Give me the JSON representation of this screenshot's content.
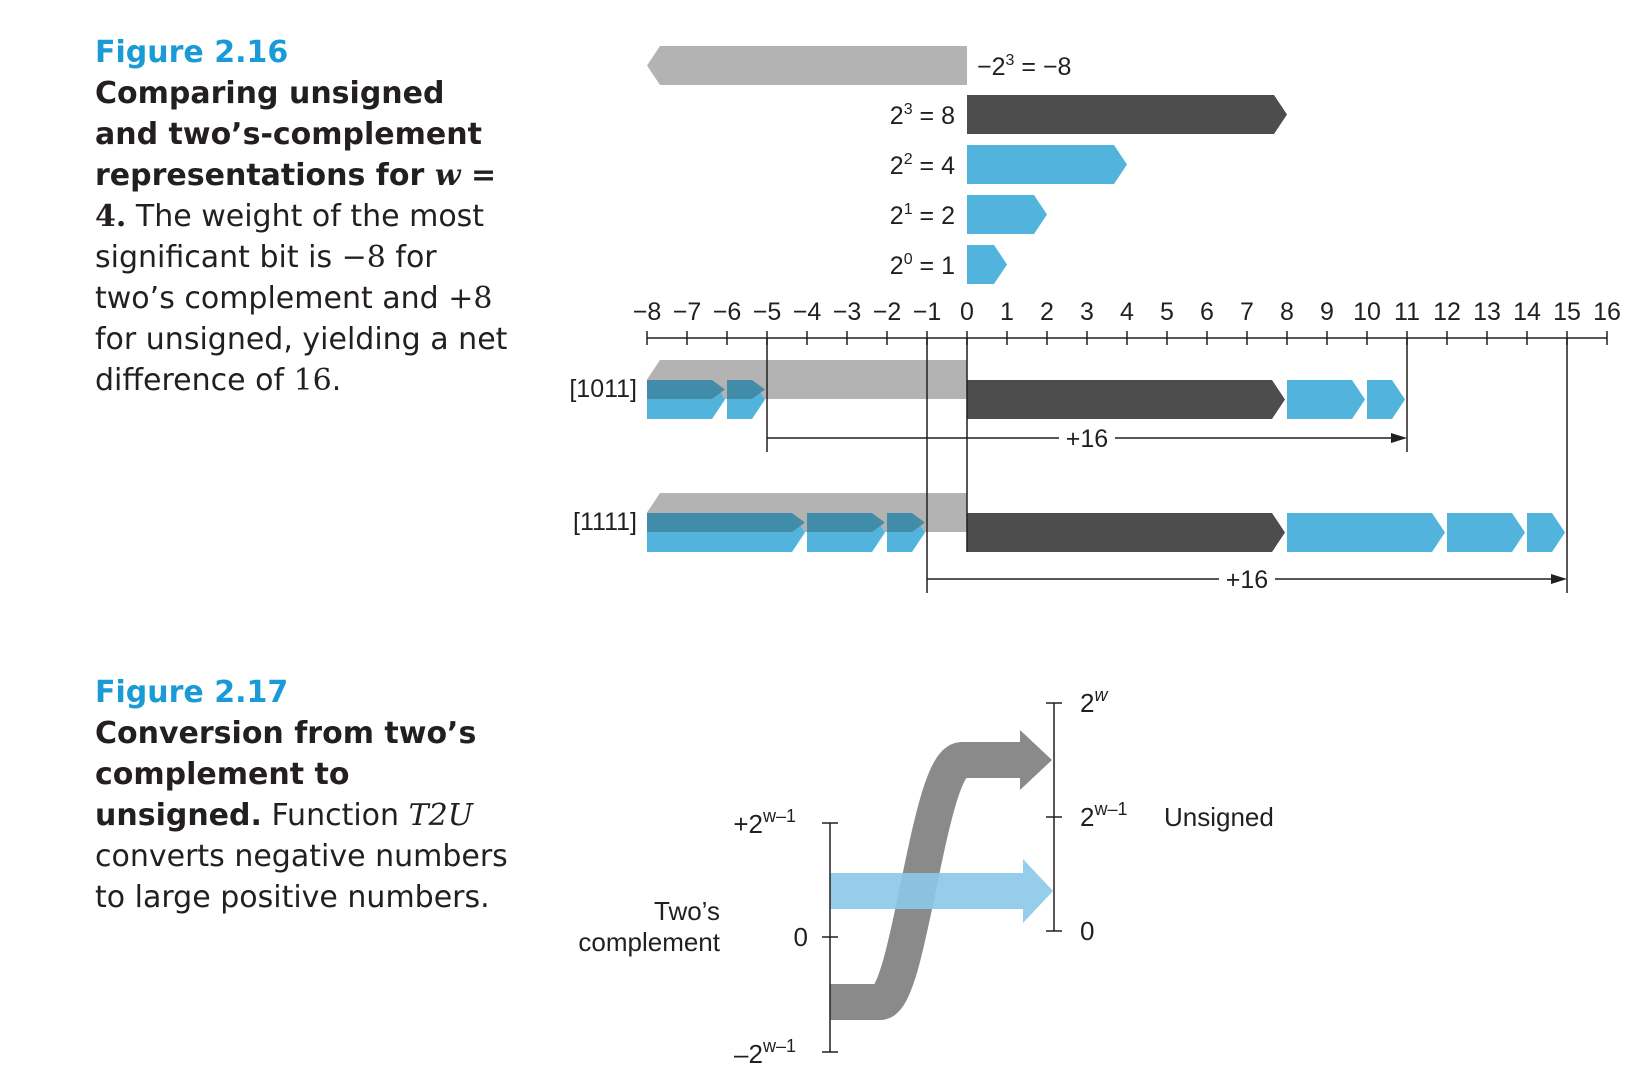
{
  "figure_2_16": {
    "label": "Figure 2.16",
    "title": "Comparing unsigned and two’s-complement representations for",
    "title_var": "w",
    "title_eq": " = 4.",
    "body_1": " The weight of the most significant bit is ",
    "body_neg8": "−8",
    "body_2": " for two’s complement and ",
    "body_pos8": "+8",
    "body_3": " for unsigned, yielding a net difference of ",
    "body_16": "16",
    "body_4": ".",
    "weights": [
      {
        "base": "−2",
        "exp": "3",
        "rest": " = −8",
        "value": -8
      },
      {
        "base": "2",
        "exp": "3",
        "rest": " = 8",
        "value": 8
      },
      {
        "base": "2",
        "exp": "2",
        "rest": " = 4",
        "value": 4
      },
      {
        "base": "2",
        "exp": "1",
        "rest": " = 2",
        "value": 2
      },
      {
        "base": "2",
        "exp": "0",
        "rest": " = 1",
        "value": 1
      }
    ],
    "axis_ticks": [
      "−8",
      "−7",
      "−6",
      "−5",
      "−4",
      "−3",
      "−2",
      "−1",
      "0",
      "1",
      "2",
      "3",
      "4",
      "5",
      "6",
      "7",
      "8",
      "9",
      "10",
      "11",
      "12",
      "13",
      "14",
      "15",
      "16"
    ],
    "rows": [
      {
        "label": "[1011]",
        "bits": [
          1,
          0,
          1,
          1
        ],
        "twos": -5,
        "unsigned": 11,
        "diff_label": "+16"
      },
      {
        "label": "[1111]",
        "bits": [
          1,
          1,
          1,
          1
        ],
        "twos": -1,
        "unsigned": 15,
        "diff_label": "+16"
      }
    ],
    "colors": {
      "negative": "#b3b3b3",
      "msb": "#4d4d4d",
      "bit": "#52b4dd",
      "overlap": "#3f87a3"
    }
  },
  "figure_2_17": {
    "label": "Figure 2.17",
    "title": "Conversion from two’s complement to unsigned.",
    "body_1": " Function ",
    "body_func": "T2U",
    "body_2": " converts negative numbers to large positive numbers.",
    "left_axis": {
      "label_line1": "Two’s",
      "label_line2": "complement",
      "top_base": "+2",
      "top_exp": "w–1",
      "zero": "0",
      "bottom_base": "–2",
      "bottom_exp": "w–1"
    },
    "right_axis": {
      "label": "Unsigned",
      "top_base": "2",
      "top_exp": "w",
      "mid_base": "2",
      "mid_exp": "w–1",
      "zero": "0"
    },
    "colors": {
      "curve_arrow": "#8a8a8a",
      "straight_arrow": "#8ac8e8"
    }
  }
}
